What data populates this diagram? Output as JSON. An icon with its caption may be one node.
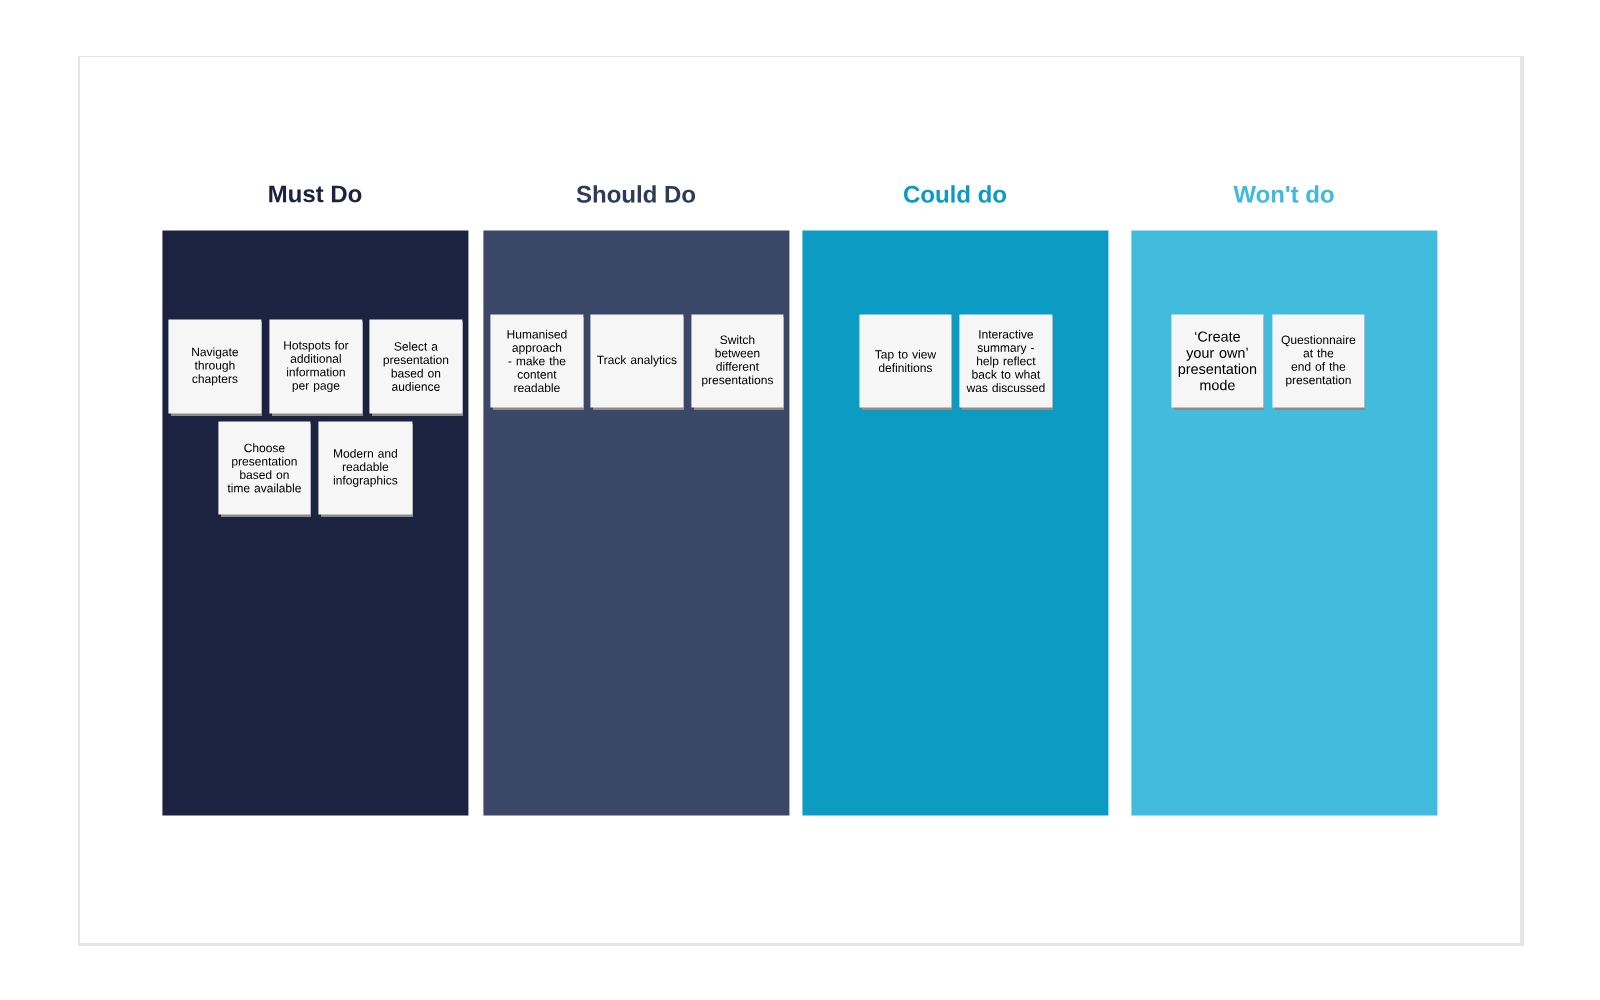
{
  "diagram": {
    "nodes": [
      {
        "text": [
          "Must Do"
        ]
      },
      {
        "text": [
          "Navigate through chapters"
        ],
        "in": 0
      },
      {
        "text": [
          "Hotspots for additional information per page"
        ],
        "in": 0
      },
      {
        "text": [
          "Select a presentation based on audience"
        ],
        "in": 0
      },
      {
        "text": [
          "Choose presentation based on time available"
        ],
        "in": 0
      },
      {
        "text": [
          "Modern and readable infographics"
        ],
        "in": 0
      },
      {
        "text": [
          "Should Do"
        ]
      },
      {
        "text": [
          "Humanised approach - make the content readable"
        ],
        "in": 6
      },
      {
        "text": [
          "Track analytics"
        ],
        "in": 6
      },
      {
        "text": [
          "Switch between different presentations"
        ],
        "in": 6
      },
      {
        "text": [
          "Could do"
        ]
      },
      {
        "text": [
          "Tap to view definitions"
        ],
        "in": 10
      },
      {
        "text": [
          "Interactive summary - help reflect back to what was discussed"
        ],
        "in": 10
      },
      {
        "text": [
          "Won't do"
        ]
      },
      {
        "text": [
          "‘Create your own’ presentation mode"
        ],
        "in": 13
      },
      {
        "text": [
          "Questionnaire at the end of the presentation"
        ],
        "in": 13
      }
    ]
  }
}
